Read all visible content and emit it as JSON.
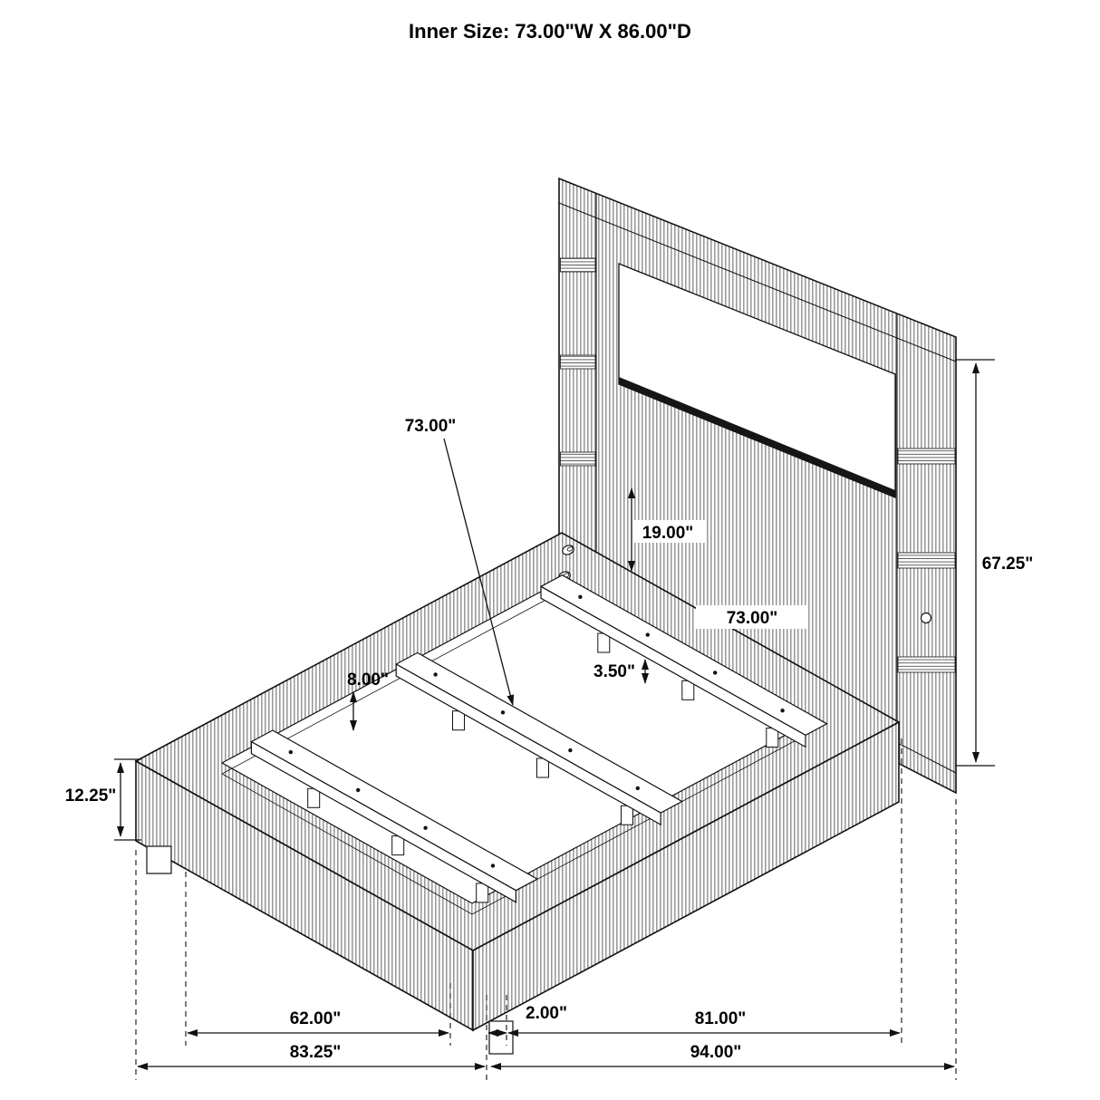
{
  "title": "Inner Size: 73.00\"W X 86.00\"D",
  "dims": {
    "slat_length": "73.00\"",
    "panel_to_deck": "19.00\"",
    "headboard_height": "67.25\"",
    "inner_width": "73.00\"",
    "slat_height": "3.50\"",
    "slat_spacing": "8.00\"",
    "base_height": "12.25\"",
    "foot_inner": "62.00\"",
    "side_gap": "2.00\"",
    "side_inner": "81.00\"",
    "overall_width": "83.25\"",
    "overall_depth": "94.00\""
  }
}
